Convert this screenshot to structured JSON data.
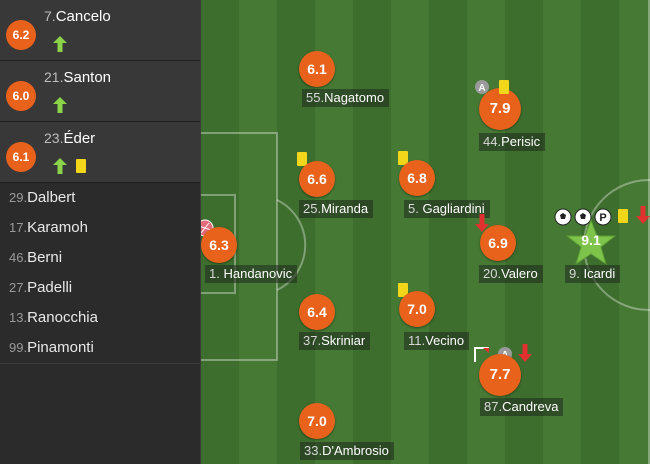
{
  "substitutes": [
    {
      "rating": "6.2",
      "number": "7.",
      "name": "Cancelo",
      "icons": [
        "arrow-up-icon"
      ]
    },
    {
      "rating": "6.0",
      "number": "21.",
      "name": "Santon",
      "icons": [
        "arrow-up-icon"
      ]
    },
    {
      "rating": "6.1",
      "number": "23.",
      "name": "Éder",
      "icons": [
        "arrow-up-icon",
        "yellow-card-icon"
      ]
    }
  ],
  "bench": [
    {
      "number": "29.",
      "name": "Dalbert"
    },
    {
      "number": "17.",
      "name": "Karamoh"
    },
    {
      "number": "46.",
      "name": "Berni"
    },
    {
      "number": "27.",
      "name": "Padelli"
    },
    {
      "number": "13.",
      "name": "Ranocchia"
    },
    {
      "number": "99.",
      "name": "Pinamonti"
    }
  ],
  "players": {
    "handanovic": {
      "rating": "6.3",
      "number": "1.",
      "name": "Handanovic",
      "icons": [
        "ball-red-icon"
      ]
    },
    "nagatomo": {
      "rating": "6.1",
      "number": "55.",
      "name": "Nagatomo",
      "icons": []
    },
    "miranda": {
      "rating": "6.6",
      "number": "25.",
      "name": "Miranda",
      "icons": [
        "yellow-card-icon"
      ]
    },
    "skriniar": {
      "rating": "6.4",
      "number": "37.",
      "name": "Skriniar",
      "icons": []
    },
    "dambrosio": {
      "rating": "7.0",
      "number": "33.",
      "name": "D'Ambrosio",
      "icons": []
    },
    "gagliardini": {
      "rating": "6.8",
      "number": "5.",
      "name": "Gagliardini",
      "icons": [
        "yellow-card-icon"
      ]
    },
    "vecino": {
      "rating": "7.0",
      "number": "11.",
      "name": "Vecino",
      "icons": [
        "yellow-card-icon"
      ]
    },
    "valero": {
      "rating": "6.9",
      "number": "20.",
      "name": "Valero",
      "icons": [
        "sub-out-arrow-icon"
      ]
    },
    "perisic": {
      "rating": "7.9",
      "number": "44.",
      "name": "Perisic",
      "icons": [
        "assist-icon",
        "yellow-card-icon"
      ]
    },
    "candreva": {
      "rating": "7.7",
      "number": "87.",
      "name": "Candreva",
      "icons": [
        "corner-flag-icon",
        "assist-icon",
        "sub-out-arrow-icon"
      ]
    },
    "icardi": {
      "rating": "9.1",
      "number": "9.",
      "name": "Icardi",
      "icons": [
        "goal-icon",
        "goal-icon",
        "penalty-goal-icon",
        "yellow-card-icon",
        "sub-out-arrow-icon"
      ],
      "badge": "star-icon"
    }
  }
}
